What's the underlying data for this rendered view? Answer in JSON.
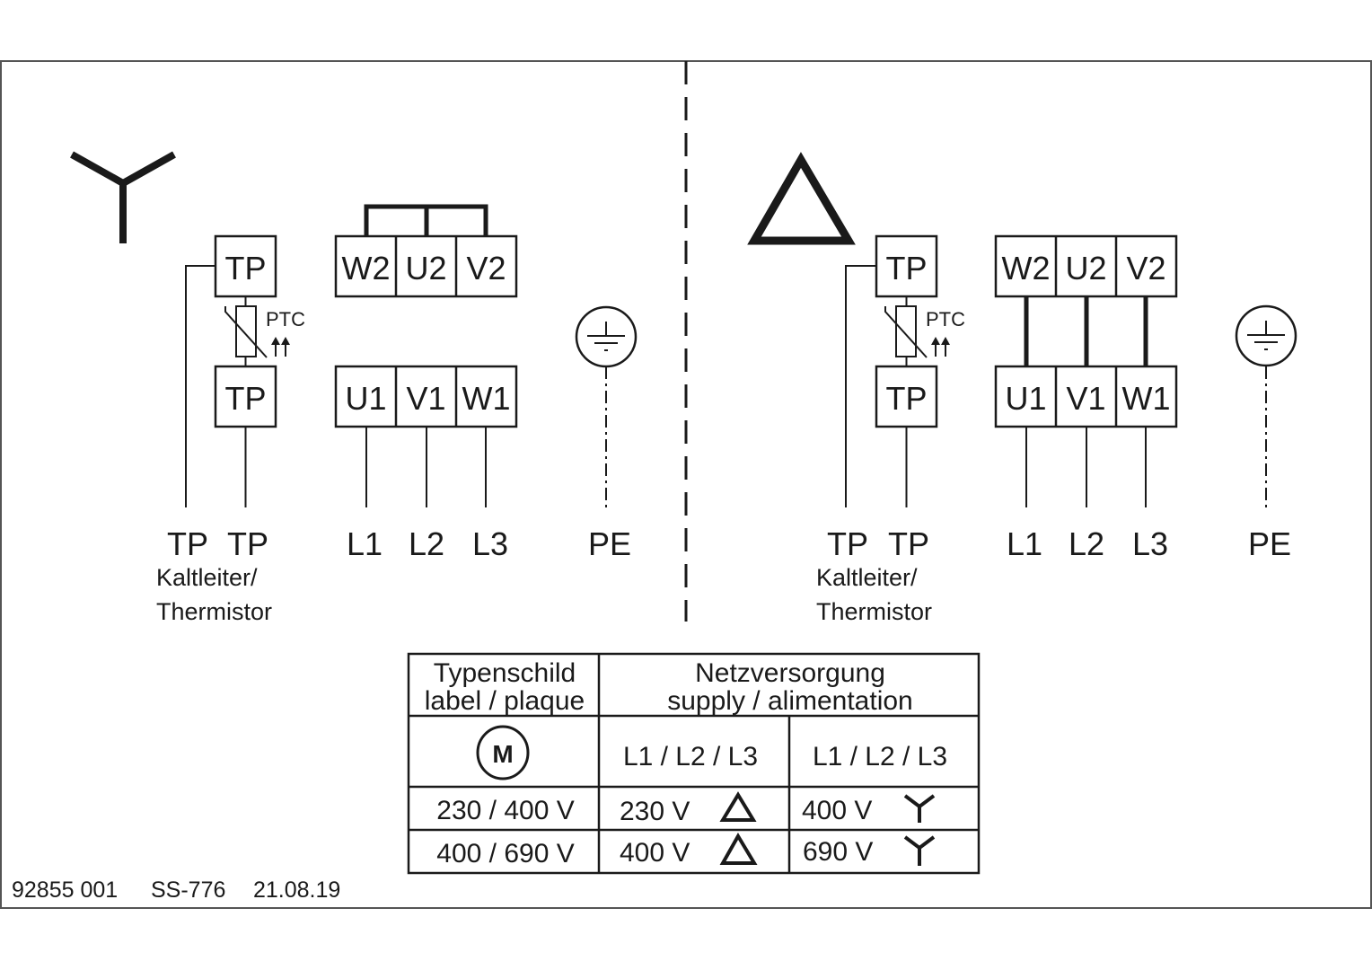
{
  "diagram": {
    "title": "Motor terminal connection diagram",
    "colors": {
      "ink": "#1a1a1a",
      "frame": "#555555",
      "background": "#ffffff"
    },
    "panels": [
      {
        "id": "star",
        "symbol": "star-icon",
        "thermistor": {
          "top_label": "TP",
          "bottom_label": "TP",
          "ptc_label": "PTC"
        },
        "top_row": [
          "W2",
          "U2",
          "V2"
        ],
        "bottom_row": [
          "U1",
          "V1",
          "W1"
        ],
        "earth_symbol": "ground-icon",
        "bottom_labels": {
          "tp1": "TP",
          "tp2": "TP",
          "l1": "L1",
          "l2": "L2",
          "l3": "L3",
          "pe": "PE"
        },
        "caption_line1": "Kaltleiter/",
        "caption_line2": "Thermistor"
      },
      {
        "id": "delta",
        "symbol": "delta-icon",
        "thermistor": {
          "top_label": "TP",
          "bottom_label": "TP",
          "ptc_label": "PTC"
        },
        "top_row": [
          "W2",
          "U2",
          "V2"
        ],
        "bottom_row": [
          "U1",
          "V1",
          "W1"
        ],
        "earth_symbol": "ground-icon",
        "bottom_labels": {
          "tp1": "TP",
          "tp2": "TP",
          "l1": "L1",
          "l2": "L2",
          "l3": "L3",
          "pe": "PE"
        },
        "caption_line1": "Kaltleiter/",
        "caption_line2": "Thermistor"
      }
    ]
  },
  "table": {
    "header_left_line1": "Typenschild",
    "header_left_line2": "label / plaque",
    "header_right_line1": "Netzversorgung",
    "header_right_line2": "supply / alimentation",
    "motor_symbol": "M",
    "col_delta_header": "L1 / L2 / L3",
    "col_star_header": "L1 / L2 / L3",
    "rows": [
      {
        "label": "230 / 400 V",
        "delta": "230 V",
        "delta_symbol": "delta-icon",
        "star": "400 V",
        "star_symbol": "star-icon"
      },
      {
        "label": "400 / 690 V",
        "delta": "400 V",
        "delta_symbol": "delta-icon",
        "star": "690 V",
        "star_symbol": "star-icon"
      }
    ]
  },
  "footer": {
    "doc_number": "92855 001",
    "ref": "SS-776",
    "date": "21.08.19"
  }
}
